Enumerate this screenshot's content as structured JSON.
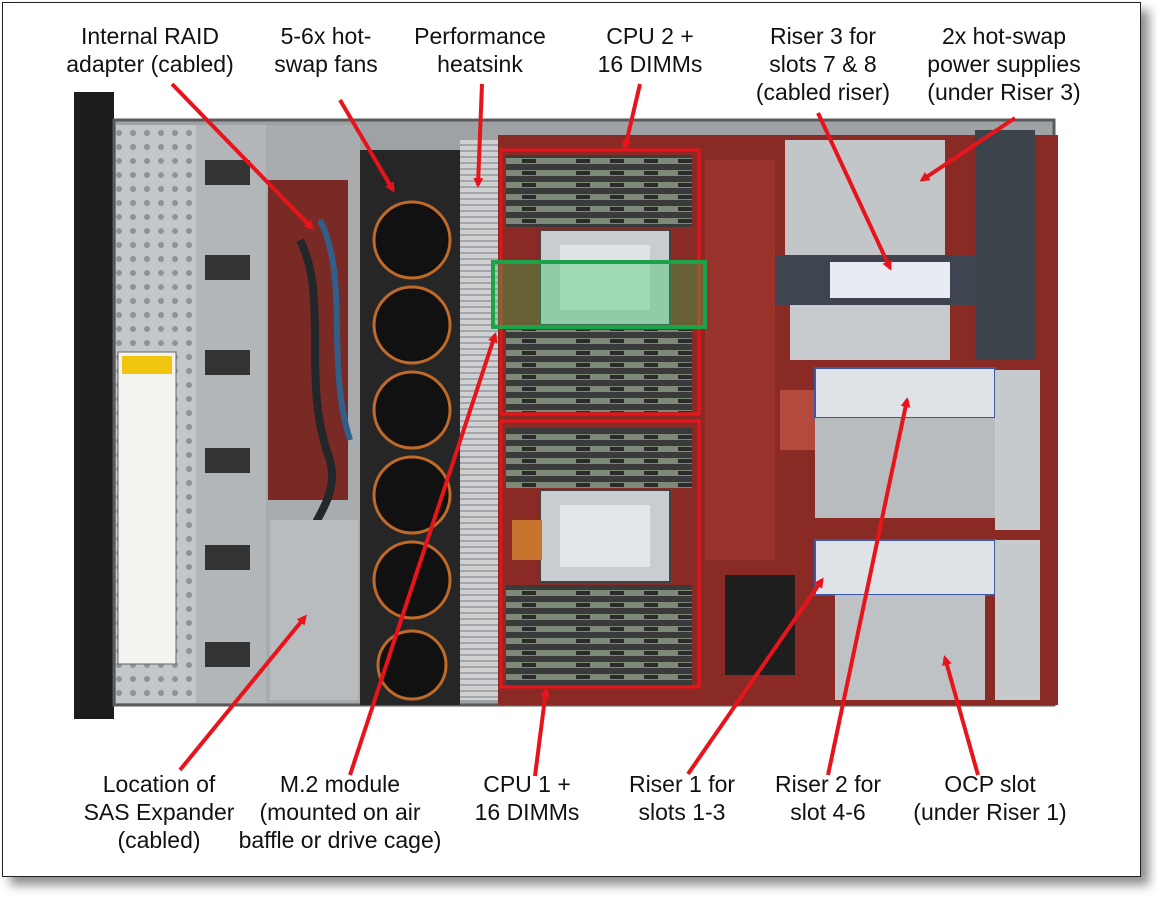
{
  "labels": {
    "raid": "Internal RAID\nadapter (cabled)",
    "fans": "5-6x hot-\nswap fans",
    "heatsink": "Performance\nheatsink",
    "cpu2": "CPU 2 +\n16 DIMMs",
    "riser3": "Riser 3 for\nslots 7 & 8\n(cabled riser)",
    "psu": "2x hot-swap\npower supplies\n(under Riser 3)",
    "sas": "Location of\nSAS Expander\n(cabled)",
    "m2": "M.2 module\n(mounted on air\nbaffle or drive cage)",
    "cpu1": "CPU 1 +\n16 DIMMs",
    "riser1": "Riser 1 for\nslots 1-3",
    "riser2": "Riser 2 for\nslot 4-6",
    "ocp": "OCP slot\n(under Riser 1)"
  },
  "colors": {
    "arrow": "#e8141c",
    "highlight_box": "#e8141c",
    "m2_box": "#1ca34a",
    "chassis": "#1c1c1c",
    "board": "#8a2a24",
    "metal": "#b9bcc0"
  }
}
